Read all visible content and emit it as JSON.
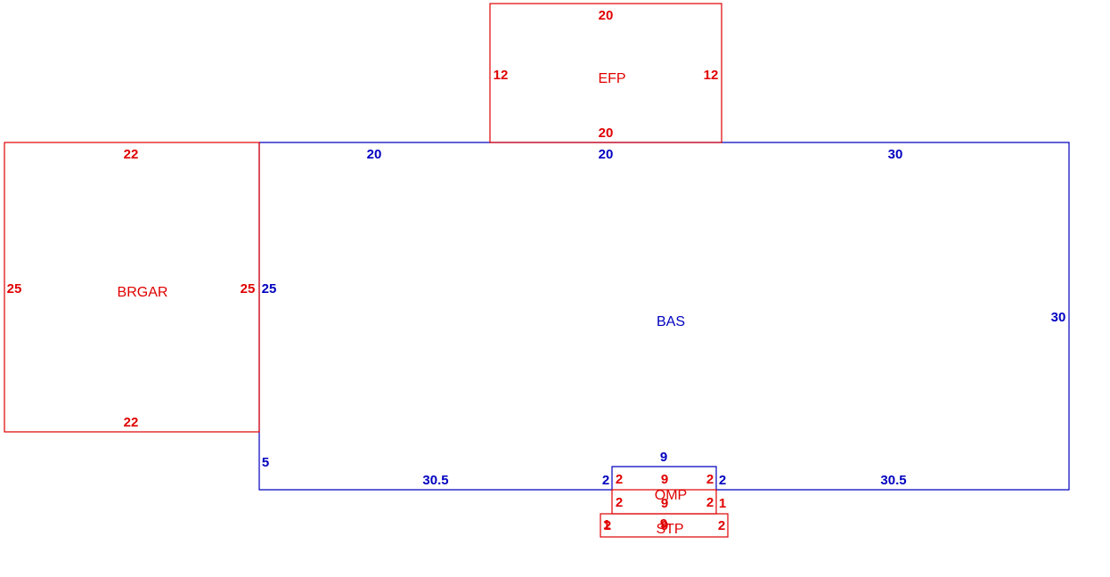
{
  "colors": {
    "primary_structure": "#0000c0",
    "additions": "#e00000",
    "background": "#ffffff"
  },
  "areas": {
    "bas": {
      "name": "BAS"
    },
    "efp": {
      "name": "EFP"
    },
    "brgar": {
      "name": "BRGAR"
    },
    "omp": {
      "name": "OMP"
    },
    "stp": {
      "name": "STP"
    }
  },
  "dimensions": {
    "bas": {
      "top_left": "20",
      "top_mid": "20",
      "top_right": "30",
      "left": "25",
      "right": "30",
      "left_lower": "5",
      "bottom_left": "30.5",
      "bottom_right": "30.5",
      "notch_left": "2",
      "notch_right": "2",
      "notch_top": "9"
    },
    "efp": {
      "top": "20",
      "bottom": "20",
      "left": "12",
      "right": "12"
    },
    "brgar": {
      "top": "22",
      "bottom": "22",
      "left": "25",
      "right": "25"
    },
    "omp": {
      "top": "9",
      "bottom": "9",
      "left_upper": "2",
      "left_lower": "2",
      "right_upper": "2",
      "right_lower": "2",
      "right_side": "1"
    },
    "stp": {
      "left_a": "1",
      "left_b": "2",
      "top": "9",
      "bottom": "9",
      "right": "2"
    }
  }
}
